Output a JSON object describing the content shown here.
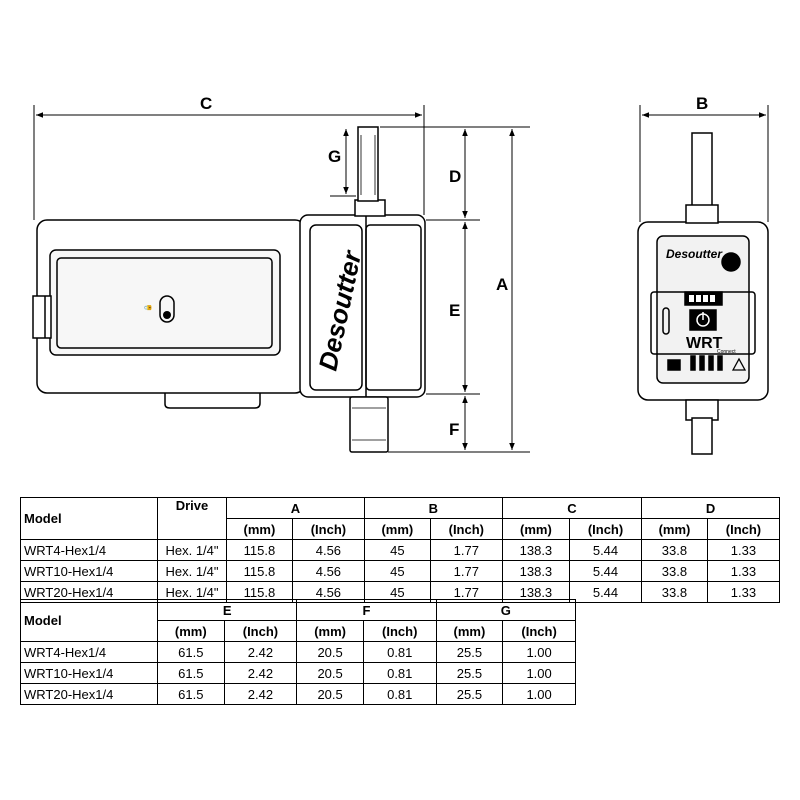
{
  "dimension_labels": {
    "A": "A",
    "B": "B",
    "C": "C",
    "D": "D",
    "E": "E",
    "F": "F",
    "G": "G"
  },
  "device": {
    "brand": "Desoutter",
    "product": "WRT",
    "product_sub": "Connect"
  },
  "colors": {
    "line": "#000000",
    "body_fill": "#ffffff",
    "panel_fill": "#f2f2f2"
  },
  "icons": [
    "padlock-icon",
    "bit-holder-icon",
    "power-button-icon",
    "battery-level-icon",
    "warning-icon",
    "horse-logo-icon"
  ],
  "table1": {
    "model_header": "Model",
    "drive_header": "Drive",
    "groups": [
      "A",
      "B",
      "C",
      "D"
    ],
    "units": [
      "(mm)",
      "(Inch)",
      "(mm)",
      "(Inch)",
      "(mm)",
      "(Inch)",
      "(mm)",
      "(Inch)"
    ],
    "rows": [
      {
        "model": "WRT4-Hex1/4",
        "drive": "Hex. 1/4\"",
        "values": [
          "115.8",
          "4.56",
          "45",
          "1.77",
          "138.3",
          "5.44",
          "33.8",
          "1.33"
        ]
      },
      {
        "model": "WRT10-Hex1/4",
        "drive": "Hex. 1/4\"",
        "values": [
          "115.8",
          "4.56",
          "45",
          "1.77",
          "138.3",
          "5.44",
          "33.8",
          "1.33"
        ]
      },
      {
        "model": "WRT20-Hex1/4",
        "drive": "Hex. 1/4\"",
        "values": [
          "115.8",
          "4.56",
          "45",
          "1.77",
          "138.3",
          "5.44",
          "33.8",
          "1.33"
        ]
      }
    ]
  },
  "table2": {
    "model_header": "Model",
    "groups": [
      "E",
      "F",
      "G"
    ],
    "units": [
      "(mm)",
      "(Inch)",
      "(mm)",
      "(Inch)",
      "(mm)",
      "(Inch)"
    ],
    "rows": [
      {
        "model": "WRT4-Hex1/4",
        "values": [
          "61.5",
          "2.42",
          "20.5",
          "0.81",
          "25.5",
          "1.00"
        ]
      },
      {
        "model": "WRT10-Hex1/4",
        "values": [
          "61.5",
          "2.42",
          "20.5",
          "0.81",
          "25.5",
          "1.00"
        ]
      },
      {
        "model": "WRT20-Hex1/4",
        "values": [
          "61.5",
          "2.42",
          "20.5",
          "0.81",
          "25.5",
          "1.00"
        ]
      }
    ]
  }
}
